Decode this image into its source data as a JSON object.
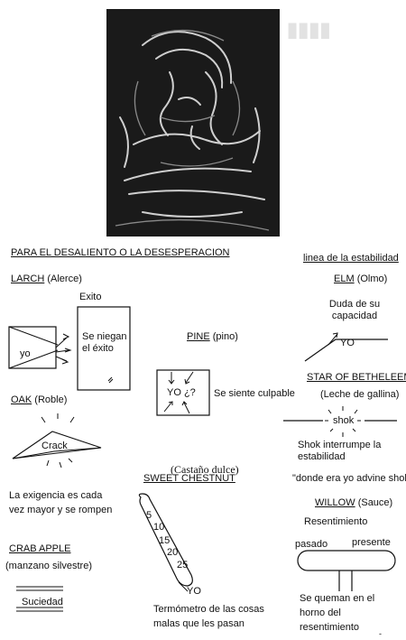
{
  "heading": "PARA EL DESALIENTO O LA DESESPERACION",
  "stability_heading": "linea de la estabilidad",
  "larch": {
    "name": "LARCH",
    "common": "(Alerce)",
    "exito": "Exito",
    "yo": "yo",
    "caption": "Se niegan el éxito"
  },
  "pine": {
    "name": "PINE",
    "common": "(pino)",
    "box": "YO ¿?",
    "caption": "Se siente culpable"
  },
  "elm": {
    "name": "ELM",
    "common": "(Olmo)",
    "caption": "Duda de su capacidad",
    "yo": "YO"
  },
  "star": {
    "name": "STAR OF BETHELEEM",
    "common": "(Leche de gallina)",
    "center": "shok",
    "caption_1": "Shok interrumpe la estabilidad",
    "caption_2": "\"donde era yo advine shok\""
  },
  "oak": {
    "name": "OAK",
    "common": "(Roble)",
    "crack": "Crack",
    "caption": "La exigencia es cada vez mayor y se rompen"
  },
  "chestnut": {
    "note": "(Castaño dulce)",
    "name": "SWEET CHESTNUT",
    "scale": [
      "5",
      "10",
      "15",
      "20",
      "25"
    ],
    "yo": "YO",
    "caption": "Termómetro de las cosas malas que les pasan"
  },
  "willow": {
    "name": "WILLOW",
    "common": "(Sauce)",
    "subtitle": "Resentimiento",
    "past": "pasado",
    "present": "presente",
    "caption": "Se queman en el horno del resentimiento"
  },
  "crab": {
    "name": "CRAB APPLE",
    "common": "(manzano silvestre)",
    "label": "Suciedad"
  },
  "colors": {
    "ink": "#111111",
    "ghost": "#cfcfcf"
  }
}
